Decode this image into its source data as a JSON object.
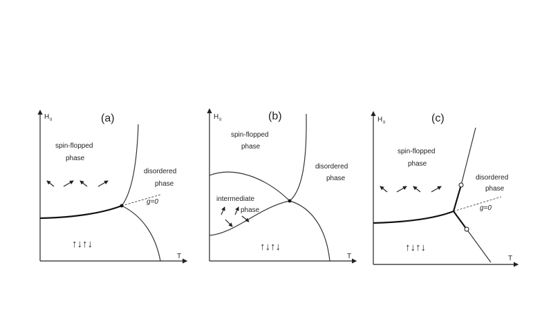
{
  "panels": [
    {
      "id": "a",
      "panel_label": "(a)",
      "y_axis": "H",
      "y_axis_sub": "II",
      "x_axis": "T",
      "region_top": [
        "spin-flopped",
        "phase"
      ],
      "region_right": [
        "disordered",
        "phase"
      ],
      "boundary_label": "g=0",
      "low_spins": "↑↓↑↓"
    },
    {
      "id": "b",
      "panel_label": "(b)",
      "y_axis": "H",
      "y_axis_sub": "II",
      "x_axis": "T",
      "region_top": [
        "spin-flopped",
        "phase"
      ],
      "region_right": [
        "disordered",
        "phase"
      ],
      "region_mid": [
        "intermediate",
        "phase"
      ],
      "low_spins": "↑↓↑↓"
    },
    {
      "id": "c",
      "panel_label": "(c)",
      "y_axis": "H",
      "y_axis_sub": "II",
      "x_axis": "T",
      "region_top": [
        "spin-flopped",
        "phase"
      ],
      "region_right": [
        "disordered",
        "phase"
      ],
      "boundary_label": "g=0",
      "low_spins": "↑↓↑↓"
    }
  ]
}
